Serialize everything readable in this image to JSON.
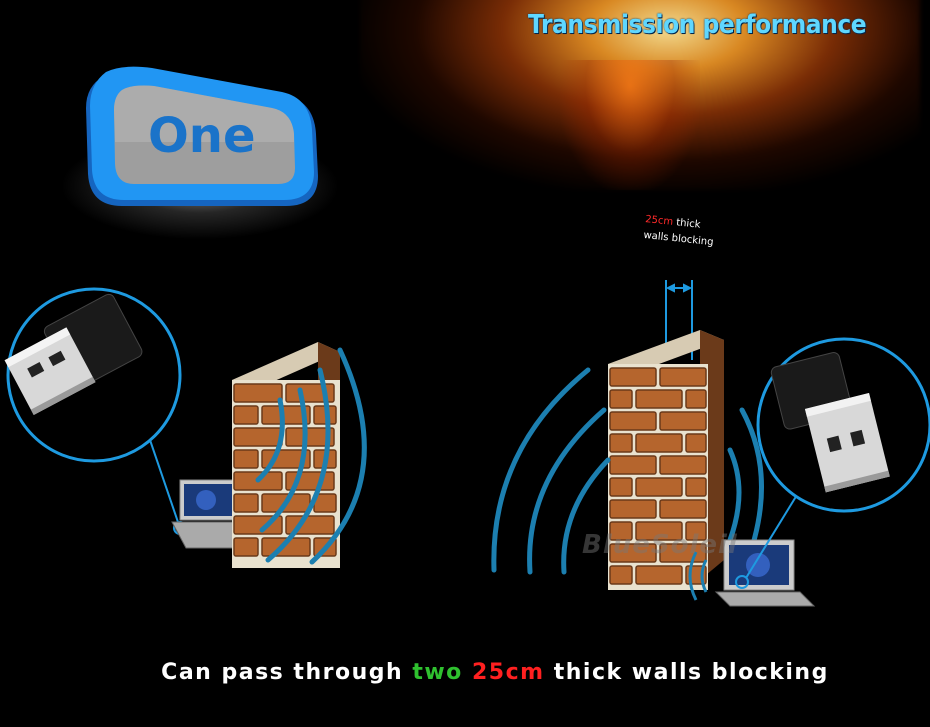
{
  "header": {
    "title": "Transmission performance"
  },
  "badge": {
    "label": "One"
  },
  "wall_annotation": {
    "measure": "25cm",
    "line1_rest": "thick",
    "line2": "walls blocking"
  },
  "watermark": {
    "text": "BlueSoleil"
  },
  "caption": {
    "prefix": "Can pass through",
    "count": "two",
    "measure": "25cm",
    "suffix": "thick walls blocking"
  },
  "colors": {
    "title": "#5fd7ff",
    "badge_frame": "#1e88e5",
    "badge_face": "#9e9e9e",
    "signal_arcs": "#1c7fb0",
    "brick": "#b5652d",
    "mortar": "#e9e2cf",
    "highlight_green": "#2fc12f",
    "highlight_red": "#ff2020"
  }
}
